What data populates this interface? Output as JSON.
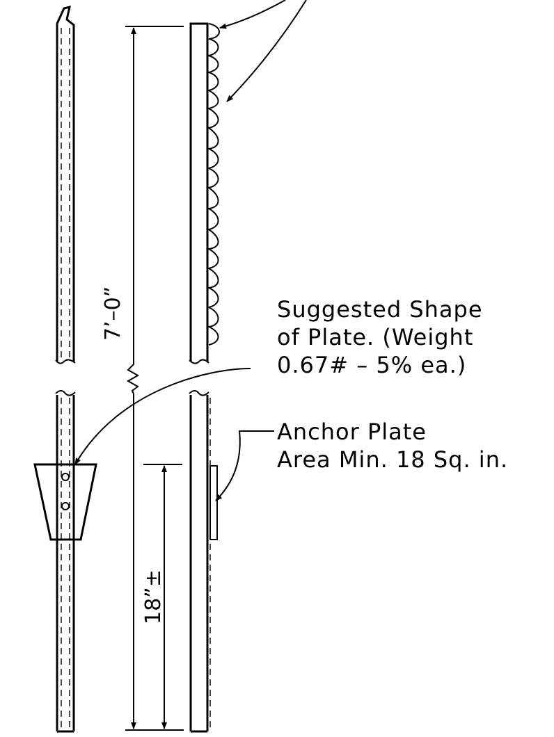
{
  "dimension_overall": "7’–0”",
  "dimension_embed": "18”±",
  "note_plate": {
    "line1": "Suggested Shape",
    "line2": "of Plate. (Weight",
    "line3": "0.67# – 5% ea.)"
  },
  "note_anchor": {
    "line1": "Anchor Plate",
    "line2": "Area Min. 18 Sq. in."
  }
}
